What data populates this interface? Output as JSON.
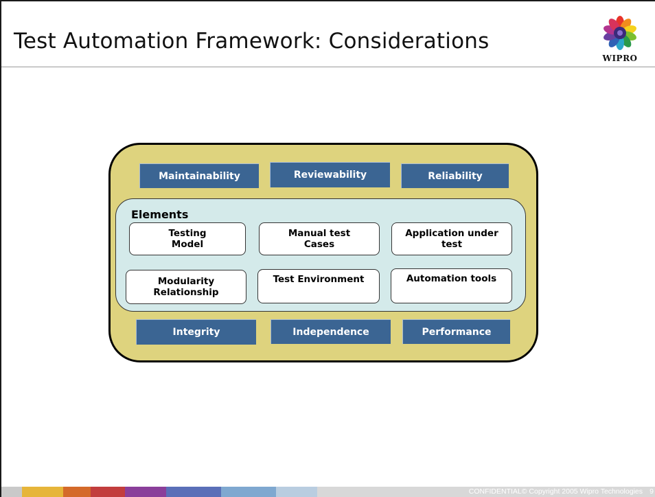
{
  "slide": {
    "title": "Test Automation Framework: Considerations"
  },
  "logo": {
    "wordmark": "WIPRO"
  },
  "diagram": {
    "top_qualities": [
      "Maintainability",
      "Reviewability",
      "Reliability"
    ],
    "elements_heading": "Elements",
    "elements": [
      "Testing\nModel",
      "Manual test\nCases",
      "Application under\ntest",
      "Modularity\nRelationship",
      "Test Environment",
      "Automation tools"
    ],
    "bottom_qualities": [
      "Integrity",
      "Independence",
      "Performance"
    ]
  },
  "colors": {
    "outer_fill": "#ded37e",
    "quality_box": "#3b6593",
    "elements_panel": "#d4eaea"
  },
  "footer": {
    "copyright": "CONFIDENTIAL© Copyright 2005 Wipro Technologies",
    "page_number": "9"
  }
}
